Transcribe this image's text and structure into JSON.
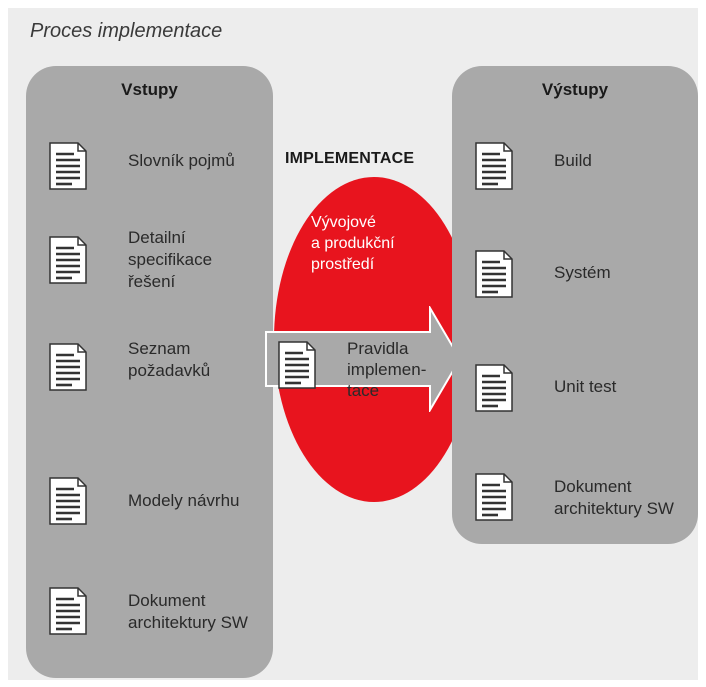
{
  "title": "Proces implementace",
  "inputs": {
    "heading": "Vstupy",
    "items": [
      {
        "label": "Slovník pojmů"
      },
      {
        "label": "Detailní\nspecifikace\nřešení"
      },
      {
        "label": "Seznam\npožadavků"
      },
      {
        "label": "Modely návrhu"
      },
      {
        "label": "Dokument\narchitektury SW"
      }
    ]
  },
  "center": {
    "heading": "IMPLEMENTACE",
    "environment": "Vývojové\na produkční\nprostředí",
    "rules": "Pravidla\nimplemen-\ntace"
  },
  "outputs": {
    "heading": "Výstupy",
    "items": [
      {
        "label": "Build"
      },
      {
        "label": "Systém"
      },
      {
        "label": "Unit test"
      },
      {
        "label": "Dokument\narchitektury SW"
      }
    ]
  },
  "colors": {
    "background": "#ededed",
    "panel": "#a9a9a9",
    "accent": "#e8141e"
  },
  "icons": {
    "document": "document-icon"
  }
}
